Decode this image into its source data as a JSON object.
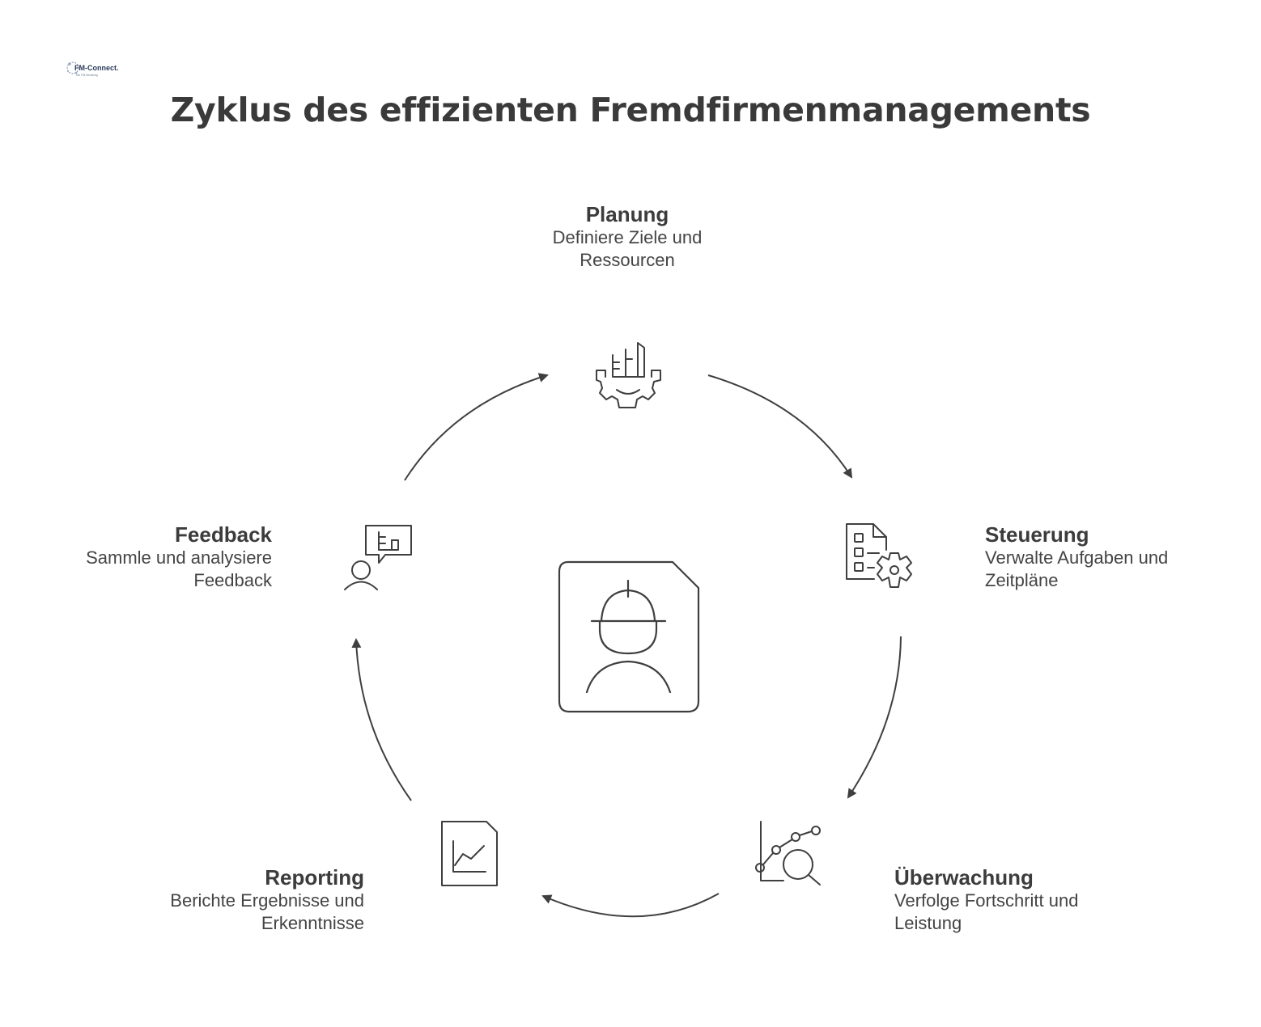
{
  "logo": {
    "text": "FM-Connect.com",
    "tagline": "Die FM-Beratung"
  },
  "title": "Zyklus des effizienten Fremdfirmenmanagements",
  "steps": [
    {
      "id": "planung",
      "title": "Planung",
      "desc_line1": "Definiere Ziele und",
      "desc_line2": "Ressourcen",
      "icon": "building-gear-icon"
    },
    {
      "id": "steuerung",
      "title": "Steuerung",
      "desc_line1": "Verwalte Aufgaben und",
      "desc_line2": "Zeitpläne",
      "icon": "checklist-gear-icon"
    },
    {
      "id": "ueberwachung",
      "title": "Überwachung",
      "desc_line1": "Verfolge Fortschritt und",
      "desc_line2": "Leistung",
      "icon": "chart-magnifier-icon"
    },
    {
      "id": "reporting",
      "title": "Reporting",
      "desc_line1": "Berichte Ergebnisse und",
      "desc_line2": "Erkenntnisse",
      "icon": "report-chart-icon"
    },
    {
      "id": "feedback",
      "title": "Feedback",
      "desc_line1": "Sammle und analysiere",
      "desc_line2": "Feedback",
      "icon": "person-speech-icon"
    }
  ],
  "center": {
    "icon": "worker-helmet-icon"
  },
  "colors": {
    "stroke": "#3f3f3f",
    "text": "#3c3c3c",
    "background": "#ffffff"
  }
}
